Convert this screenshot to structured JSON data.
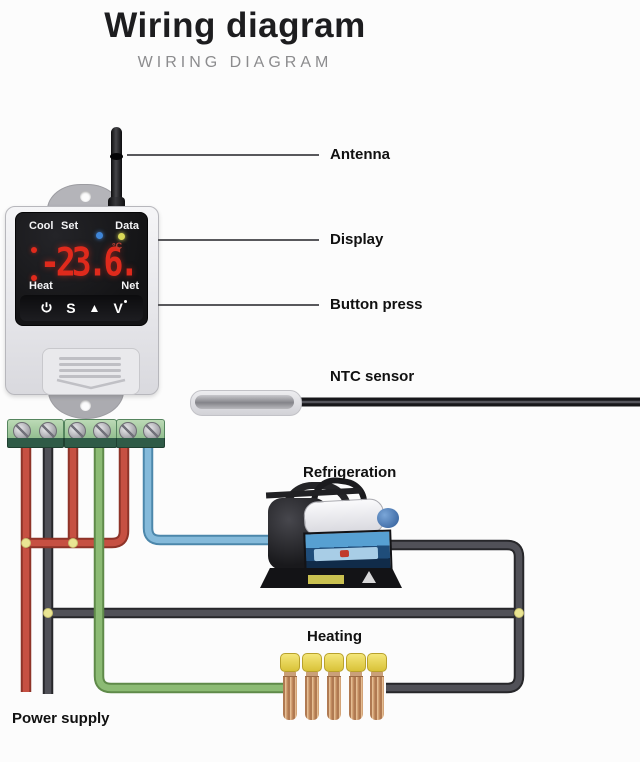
{
  "page": {
    "title": "Wiring diagram",
    "subtitle": "WIRING DIAGRAM"
  },
  "device": {
    "indicators_top_left": [
      "Cool",
      "Set"
    ],
    "indicator_top_right": "Data",
    "indicators_bottom": {
      "left": "Heat",
      "right": "Net"
    },
    "temperature": "-23.6.",
    "unit": "°C",
    "buttons": {
      "set": "S",
      "up": "▲",
      "down": "V"
    }
  },
  "callouts": {
    "antenna": "Antenna",
    "display": "Display",
    "button_press": "Button press",
    "ntc_sensor": "NTC sensor"
  },
  "loads": {
    "refrigeration": "Refrigeration",
    "heating": "Heating",
    "power_supply": "Power supply"
  },
  "colors": {
    "wire_red": "#c65042",
    "wire_black": "#515158",
    "wire_green": "#8cbb74",
    "wire_blue": "#85bada",
    "junction": "#eae593",
    "display_red": "#e02a1c",
    "led_blue": "#3f86d8",
    "led_yellow": "#d9d957"
  }
}
